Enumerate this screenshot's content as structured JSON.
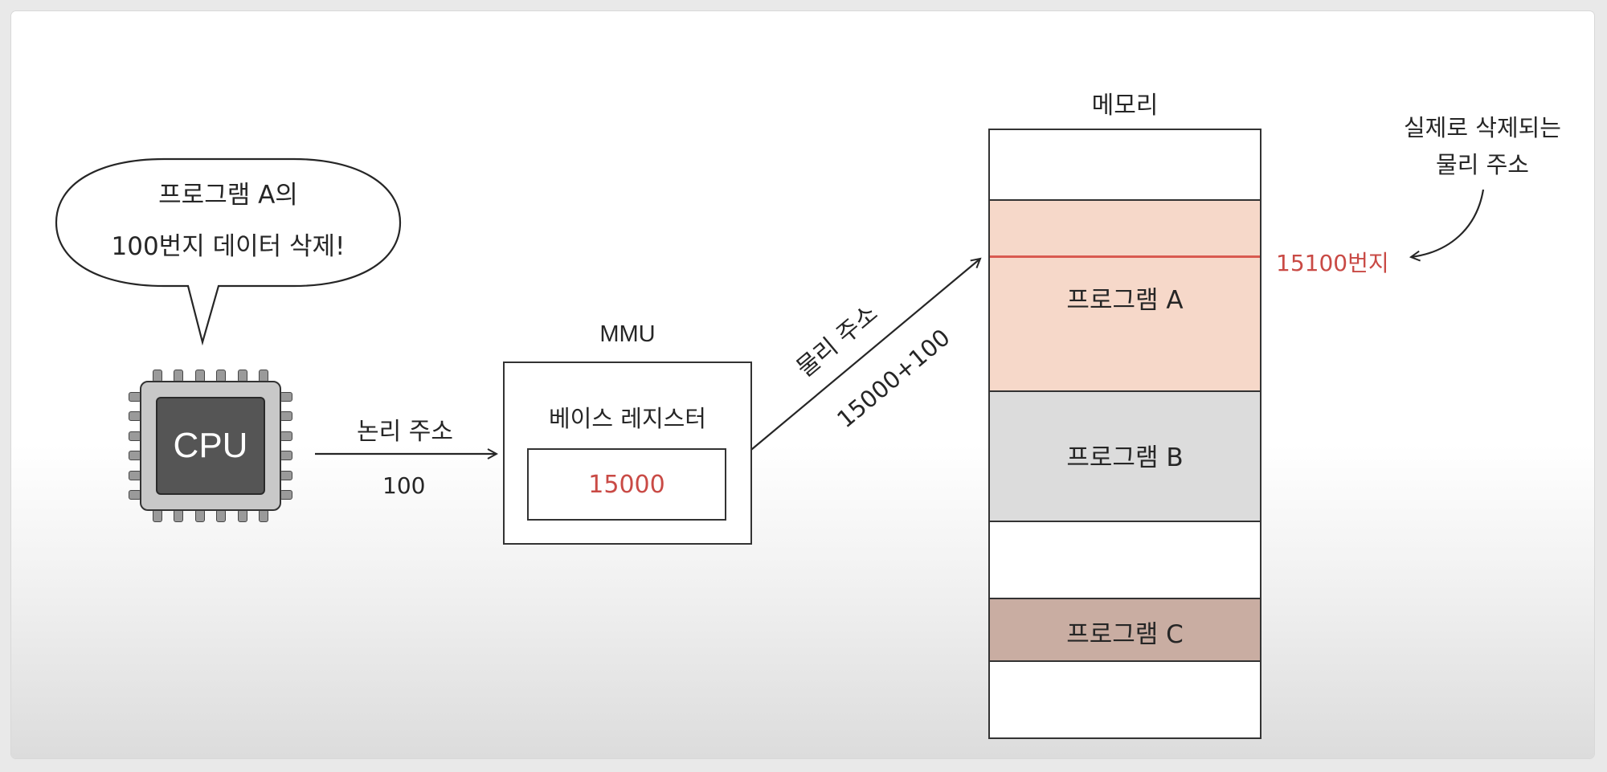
{
  "speech_bubble": {
    "line1": "프로그램 A의",
    "line2": "100번지 데이터 삭제!"
  },
  "cpu": {
    "label": "CPU"
  },
  "logical_address": {
    "title": "논리 주소",
    "value": "100"
  },
  "mmu": {
    "title": "MMU",
    "register_label": "베이스 레지스터",
    "register_value": "15000"
  },
  "physical_address": {
    "title": "물리 주소",
    "expression": "15000+100"
  },
  "memory": {
    "title": "메모리",
    "blocks": [
      {
        "label": "",
        "color": "#ffffff"
      },
      {
        "label": "프로그램 A",
        "color": "#f6d8c9"
      },
      {
        "label": "프로그램 B",
        "color": "#dcdcdc"
      },
      {
        "label": "",
        "color": "#ffffff"
      },
      {
        "label": "프로그램 C",
        "color": "#c9ada2"
      },
      {
        "label": "",
        "color": "#ffffff"
      }
    ],
    "deleted_address": "15100번지"
  },
  "annotation": {
    "line1": "실제로 삭제되는",
    "line2": "물리 주소"
  },
  "colors": {
    "highlight_line": "#d95a50",
    "highlight_text": "#c94a45",
    "ink": "#262626"
  }
}
